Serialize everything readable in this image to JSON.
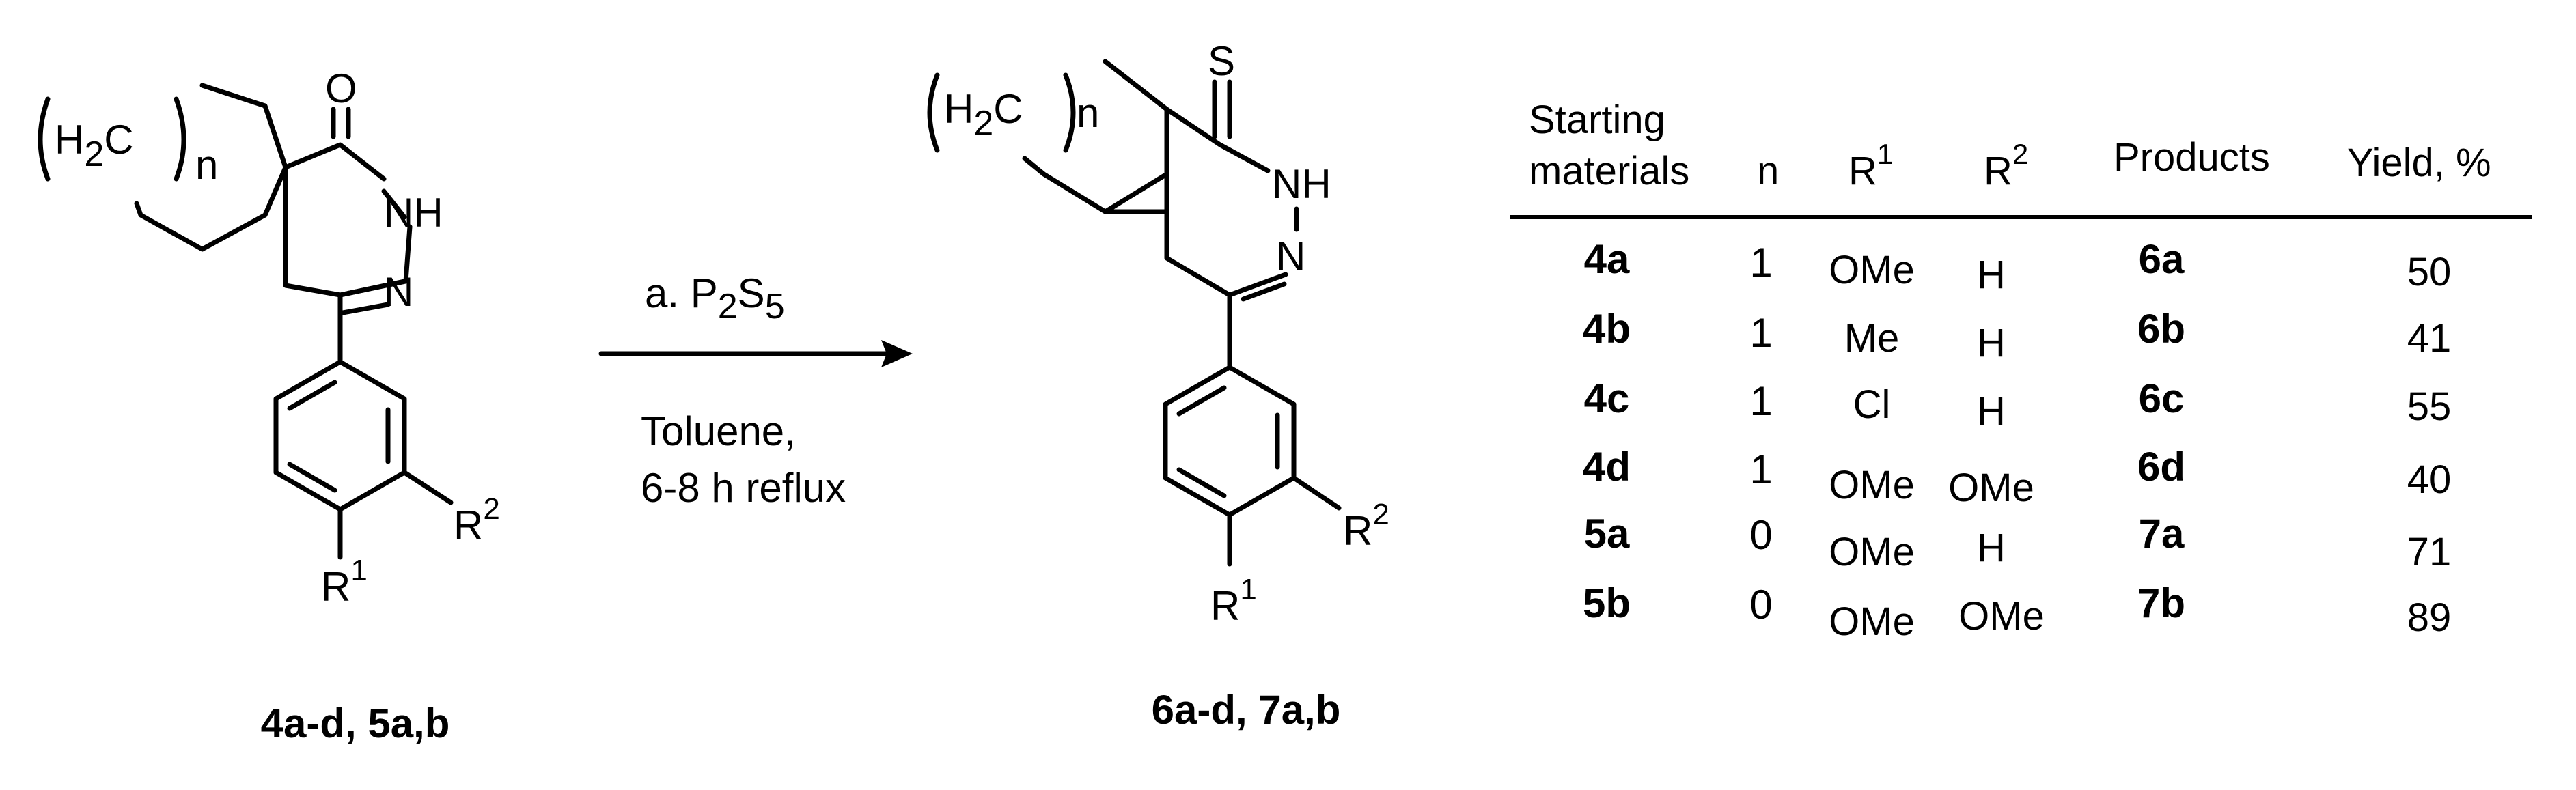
{
  "reactant": {
    "carbonyl_atom": "O",
    "nh": "NH",
    "n": "N",
    "ch2_h": "H",
    "ch2_sub": "2",
    "ch2_c": "C",
    "index_n": "n",
    "r1": "R",
    "r1_sup": "1",
    "r2": "R",
    "r2_sup": "2",
    "caption": "4a-d, 5a,b"
  },
  "conditions": {
    "reagent_prefix": "a. P",
    "reagent_sub1": "2",
    "reagent_mid": "S",
    "reagent_sub2": "5",
    "solvent": "Toluene,",
    "time": "6-8 h reflux"
  },
  "product": {
    "thione_atom": "S",
    "nh": "NH",
    "n": "N",
    "ch2_h": "H",
    "ch2_sub": "2",
    "ch2_c": "C",
    "index_n": "n",
    "r1": "R",
    "r1_sup": "1",
    "r2": "R",
    "r2_sup": "2",
    "caption": "6a-d, 7a,b"
  },
  "table": {
    "headers": {
      "starting_line1": "Starting",
      "starting_line2": "materials",
      "n": "n",
      "r1": "R",
      "r1_sup": "1",
      "r2": "R",
      "r2_sup": "2",
      "products": "Products",
      "yield": "Yield, %"
    },
    "rows": [
      {
        "start": "4a",
        "n": "1",
        "r1": "OMe",
        "r2": "H",
        "product": "6a",
        "yield": "50"
      },
      {
        "start": "4b",
        "n": "1",
        "r1": "Me",
        "r2": "H",
        "product": "6b",
        "yield": "41"
      },
      {
        "start": "4c",
        "n": "1",
        "r1": "Cl",
        "r2": "H",
        "product": "6c",
        "yield": "55"
      },
      {
        "start": "4d",
        "n": "1",
        "r1": "OMe",
        "r2": "OMe",
        "product": "6d",
        "yield": "40"
      },
      {
        "start": "5a",
        "n": "0",
        "r1": "OMe",
        "r2": "H",
        "product": "7a",
        "yield": "71"
      },
      {
        "start": "5b",
        "n": "0",
        "r1": "OMe",
        "r2": "OMe",
        "product": "7b",
        "yield": "89"
      }
    ]
  }
}
